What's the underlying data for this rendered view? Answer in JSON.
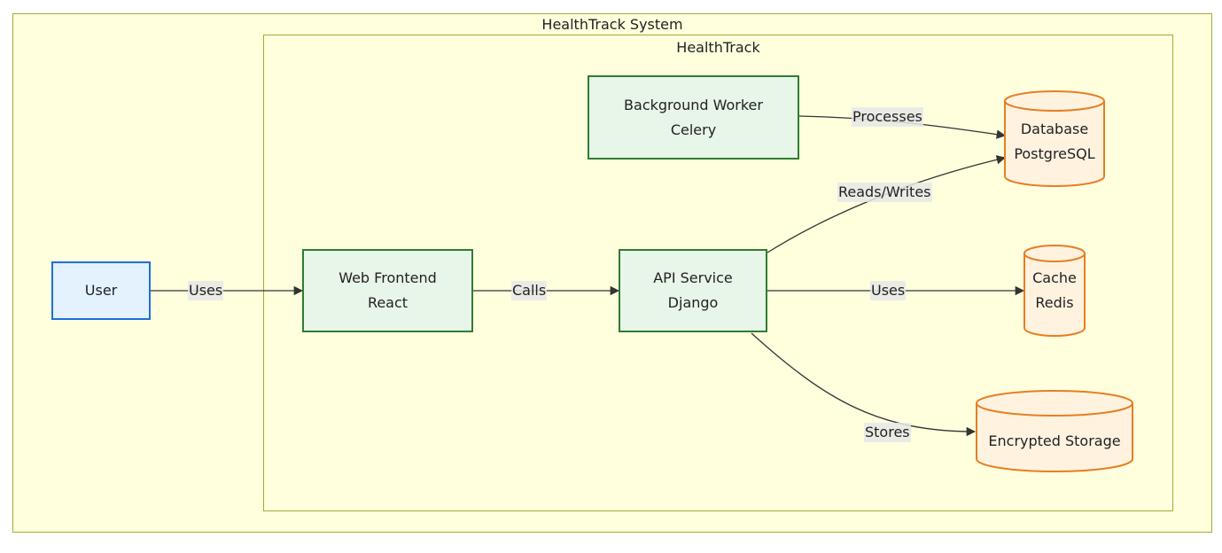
{
  "subgraphs": {
    "outer_title": "HealthTrack System",
    "inner_title": "HealthTrack"
  },
  "nodes": {
    "user": {
      "line1": "User"
    },
    "frontend": {
      "line1": "Web Frontend",
      "line2": "React"
    },
    "api": {
      "line1": "API Service",
      "line2": "Django"
    },
    "worker": {
      "line1": "Background Worker",
      "line2": "Celery"
    },
    "database": {
      "line1": "Database",
      "line2": "PostgreSQL"
    },
    "cache": {
      "line1": "Cache",
      "line2": "Redis"
    },
    "storage": {
      "line1": "Encrypted Storage"
    }
  },
  "edges": {
    "user_frontend": "Uses",
    "frontend_api": "Calls",
    "worker_db": "Processes",
    "api_db": "Reads/Writes",
    "api_cache": "Uses",
    "api_storage": "Stores"
  },
  "colors": {
    "subgraph_fill": "#ffffde",
    "subgraph_stroke": "#aaaa33",
    "user_fill": "#e3f2fd",
    "user_stroke": "#1e6fd9",
    "service_fill": "#e8f5e9",
    "service_stroke": "#2e7d32",
    "datastore_fill": "#fff3e0",
    "datastore_stroke": "#e67e22",
    "edge": "#333333"
  }
}
